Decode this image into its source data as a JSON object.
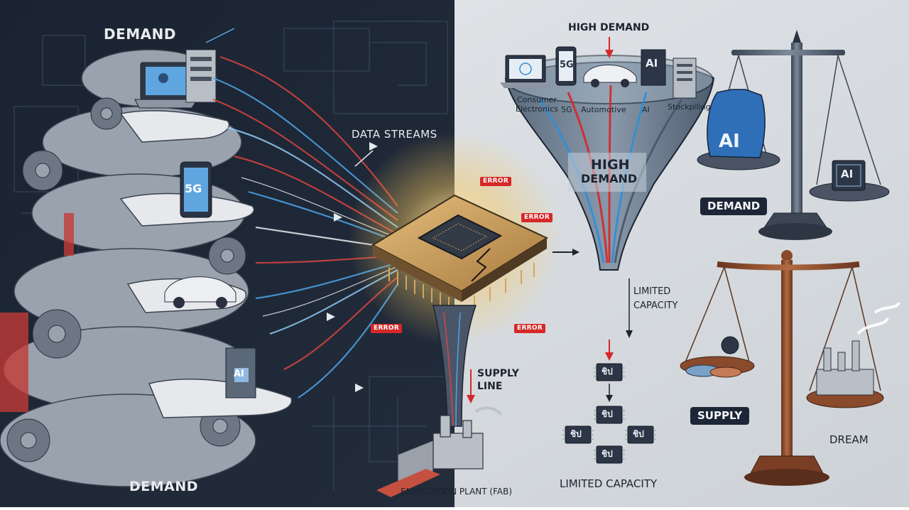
{
  "left": {
    "demand_top": "DEMAND",
    "demand_bottom": "DEMAND",
    "data_streams": "DATA STREAMS",
    "hand_labels": {
      "fiveg": "5G",
      "ai": "AI"
    }
  },
  "chip": {
    "errors": [
      "ERROR",
      "ERROR",
      "ERROR",
      "ERROR"
    ]
  },
  "supply_line": {
    "line1": "SUPPLY",
    "line2": "LINE"
  },
  "fab_label": "FABRICATION PLANT (FAB)",
  "funnel": {
    "top_label": "HIGH DEMAND",
    "inner_line1": "HIGH",
    "inner_line2": "DEMAND",
    "sources": [
      "Consumer Electronics",
      "5G",
      "Automotive",
      "AI",
      "Stockpiling"
    ],
    "source_icons": {
      "fiveg": "5G",
      "ai": "AI"
    },
    "limited_line1": "LIMITED",
    "limited_line2": "CAPACITY",
    "bottom_label": "LIMITED CAPACITY",
    "chip_glyph": "ชิป"
  },
  "scales": {
    "demand_label": "DEMAND",
    "ai_hand": "AI",
    "ai_chip": "AI",
    "supply_label": "SUPPLY",
    "dream_label": "DREAM"
  },
  "colors": {
    "dark_bg": "#1c2634",
    "light_bg": "#dde1e5",
    "accent_red": "#d62828",
    "accent_blue": "#2f8fd8",
    "chip_gold": "#c89a5a",
    "bronze": "#8a4a2c"
  }
}
